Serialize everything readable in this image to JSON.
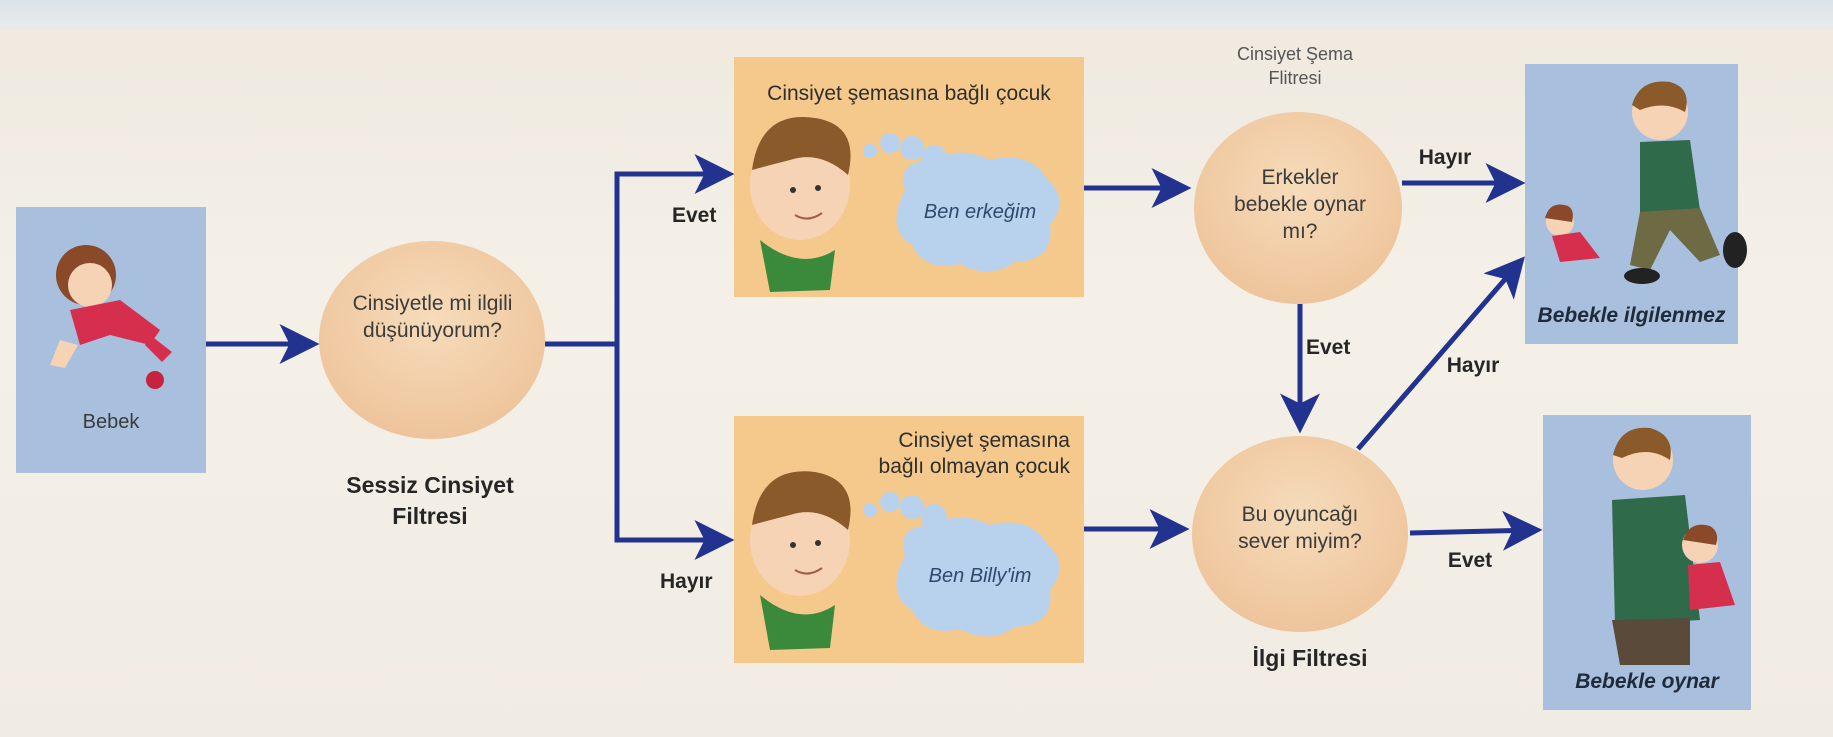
{
  "nodes": {
    "bebek": "Bebek",
    "question": "Cinsiyetle mi ilgili düşünüyorum?",
    "gender_question": "Erkekler bebekle oynar mı?",
    "interest_question": "Bu oyuncağı sever miyim?"
  },
  "filters": {
    "silent": "Sessiz Cinsiyet Filtresi",
    "gender_schema": "Cinsiyet Şema Flitresi",
    "interest": "İlgi Filtresi"
  },
  "panels": {
    "schematic_child": {
      "title": "Cinsiyet şemasına bağlı çocuk",
      "thought": "Ben erkeğim"
    },
    "aschematic_child": {
      "title": "Cinsiyet şemasına bağlı olmayan çocuk",
      "thought": "Ben Billy'im"
    }
  },
  "edges": {
    "yes_top": "Evet",
    "no_bottom": "Hayır",
    "no_gender": "Hayır",
    "yes_gender": "Evet",
    "no_interest": "Hayır",
    "yes_interest": "Evet"
  },
  "outcomes": {
    "not_interested": "Bebekle ilgilenmez",
    "plays": "Bebekle oynar"
  },
  "colors": {
    "arrow": "#22338f",
    "circle": "#f1cda9",
    "panel_orange": "#f5c98b",
    "panel_blue": "#a9c0de",
    "cloud": "#b8d2ee"
  }
}
